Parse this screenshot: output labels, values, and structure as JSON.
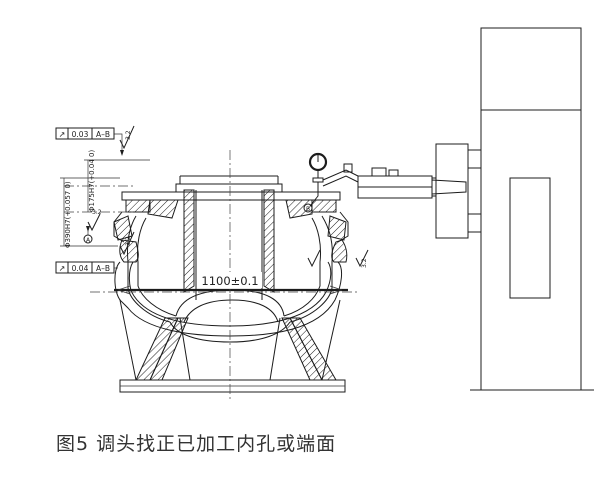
{
  "figure": {
    "caption": "图5 调头找正已加工内孔或端面"
  },
  "dimensions": {
    "center_width": "1100±0.1",
    "dia_large": "Φ390H7(+0.057 0)",
    "dia_small": "Φ175H7(+0.04 0)",
    "datum_a": "A",
    "datum_b": "B",
    "surface_finish": "3.2"
  },
  "tolerances": {
    "top_frame": {
      "symbol": "↗",
      "value": "0.03",
      "datum": "A–B"
    },
    "bottom_frame": {
      "symbol": "↗",
      "value": "0.04",
      "datum": "A–B"
    }
  }
}
